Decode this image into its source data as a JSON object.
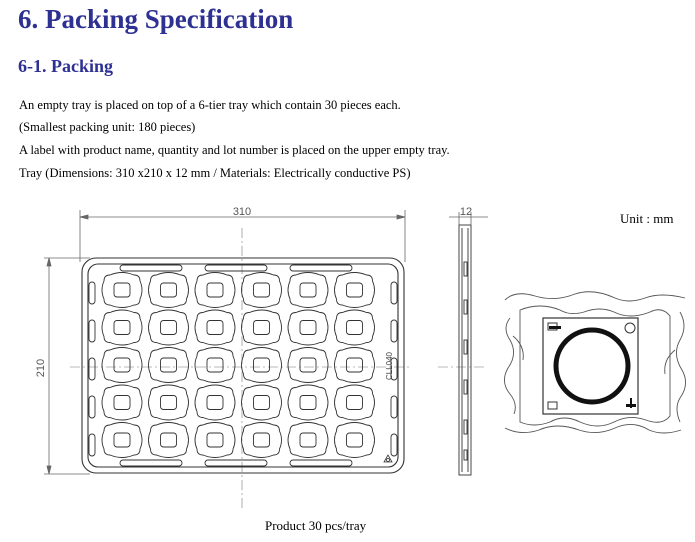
{
  "section": {
    "title": "6. Packing Specification",
    "subtitle": "6-1. Packing"
  },
  "paragraphs": [
    "An empty tray is placed on top of a 6-tier tray which contain 30 pieces each.",
    "(Smallest packing unit: 180 pieces)",
    " A label with product name, quantity and lot number is placed on the upper empty tray.",
    "Tray (Dimensions: 310 x210 x 12 mm / Materials: Electrically conductive PS)"
  ],
  "drawing": {
    "unit_label": "Unit : mm",
    "dim_width": "310",
    "dim_height": "210",
    "dim_depth": "12",
    "tray_stamp": "CLL040",
    "caption": "Product 30 pcs/tray",
    "grid": {
      "rows": 5,
      "cols": 6
    },
    "line_color": "#333333"
  }
}
